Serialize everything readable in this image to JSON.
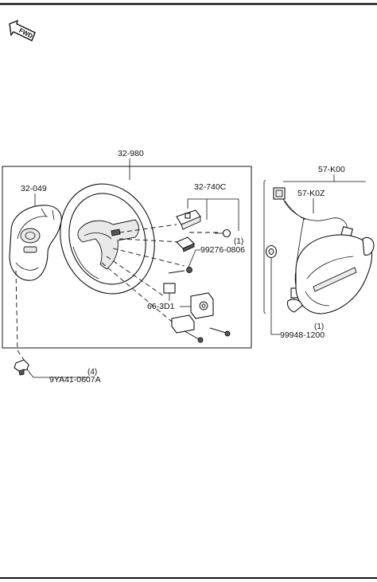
{
  "direction_indicator": {
    "label": "FWD"
  },
  "callouts": {
    "steering_wheel": {
      "part_no": "32-980"
    },
    "wheel_cover": {
      "part_no": "32-049"
    },
    "switch_set": {
      "part_no": "32-740C"
    },
    "screw_a": {
      "part_no": "99276-0806",
      "qty": "(1)"
    },
    "damper": {
      "part_no": "66-3D1"
    },
    "airbag_module": {
      "part_no": "57-K00"
    },
    "airbag_harness": {
      "part_no": "57-K0Z"
    },
    "nut": {
      "part_no": "99948-1200",
      "qty": "(1)"
    },
    "clip": {
      "part_no": "9YA41-0607A",
      "qty": "(4)"
    }
  }
}
